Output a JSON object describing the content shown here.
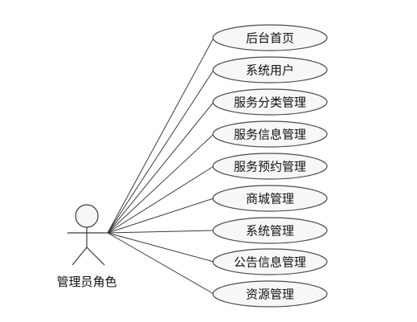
{
  "actor": {
    "label": "管理员角色"
  },
  "use_cases": [
    {
      "label": "后台首页"
    },
    {
      "label": "系统用户"
    },
    {
      "label": "服务分类管理"
    },
    {
      "label": "服务信息管理"
    },
    {
      "label": "服务预约管理"
    },
    {
      "label": "商城管理"
    },
    {
      "label": "系统管理"
    },
    {
      "label": "公告信息管理"
    },
    {
      "label": "资源管理"
    }
  ]
}
